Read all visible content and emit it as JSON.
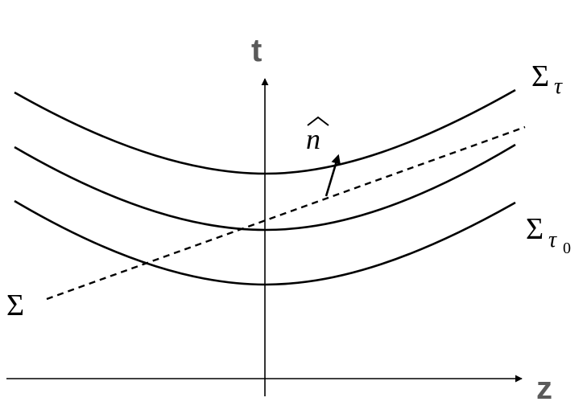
{
  "axes": {
    "t_label": "t",
    "z_label": "z"
  },
  "labels": {
    "sigma_tau_main": "Σ",
    "sigma_tau_sub": "τ",
    "sigma_tau0_main": "Σ",
    "sigma_tau0_sub": "τ",
    "sigma_tau0_subsub": "0",
    "sigma_main": "Σ",
    "normal_letter": "n",
    "normal_hat": "^"
  },
  "icons": {
    "normal_vector": "arrow-icon",
    "axis_arrows": "arrowhead-icon"
  },
  "colors": {
    "lines": "#000000",
    "axis_labels": "#5a5a5a"
  }
}
